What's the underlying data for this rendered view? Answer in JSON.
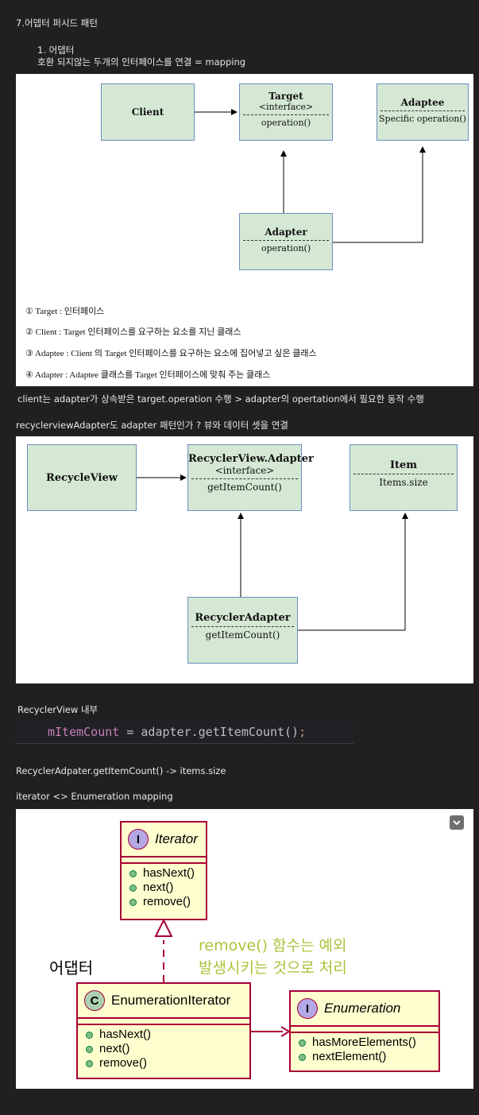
{
  "heading": "7.어뎁터 퍼시드 패턴",
  "section1": {
    "title": "1. 어뎁터",
    "desc": "호환 되지않는 두개의 인터페이스를 연결 = mapping"
  },
  "diagram1": {
    "client": "Client",
    "target_title": "Target",
    "target_sub": "<interface>",
    "target_op": "operation()",
    "adaptee_title": "Adaptee",
    "adaptee_op": "Specific operation()",
    "adapter_title": "Adapter",
    "adapter_op": "operation()",
    "legend": [
      "① Target : 인터페이스",
      "② Client : Target 인터페이스를 요구하는 요소를 지닌 클래스",
      "③ Adaptee : Client 의 Target 인터페이스를 요구하는 요소에 집어넣고 싶은 클래스",
      "④ Adapter : Adaptee 클래스를 Target 인터페이스에 맞춰 주는 클래스"
    ]
  },
  "note1": "client는 adapter가 상속받은 target.operation 수행 > adapter의 opertation에서 필요한 동작 수행",
  "note2": "recyclerviewAdapter도 adapter 패턴인가 ? 뷰와 데이터 셋을 연결",
  "diagram2": {
    "recycle_view": "RecycleView",
    "rv_adapter_title": "RecyclerView.Adapter",
    "rv_adapter_sub": "<interface>",
    "rv_adapter_op": "getItemCount()",
    "item_title": "Item",
    "item_op": "Items.size",
    "recycler_adapter_title": "RecyclerAdapter",
    "recycler_adapter_op": "getItemCount()"
  },
  "note3": "RecyclerView 내부",
  "code": {
    "var": "mItemCount",
    "op": " = ",
    "call": "adapter.getItemCount()",
    "end": ";"
  },
  "note4": "RecyclerAdpater.getItemCount() -> items.size",
  "note5": "iterator <> Enumeration mapping",
  "diagram3": {
    "iterator_badge": "I",
    "iterator_name": "Iterator",
    "iterator_methods": [
      "hasNext()",
      "next()",
      "remove()"
    ],
    "adapter_label": "어댑터",
    "remark_line1": "remove() 함수는 예외",
    "remark_line2": "발생시키는 것으로 처리",
    "enum_iter_badge": "C",
    "enum_iter_name": "EnumerationIterator",
    "enum_iter_methods": [
      "hasNext()",
      "next()",
      "remove()"
    ],
    "enumeration_badge": "I",
    "enumeration_name": "Enumeration",
    "enumeration_methods": [
      "hasMoreElements()",
      "nextElement()"
    ]
  },
  "colors": {
    "page_bg": "#202020",
    "box_fill": "#d5e8d4",
    "uml_fill": "#fefece",
    "uml_border": "#a80036",
    "remark": "#a8c43c",
    "code_var": "#c77dbb",
    "code_text": "#bcbec4",
    "code_semi": "#cf8e6d"
  }
}
